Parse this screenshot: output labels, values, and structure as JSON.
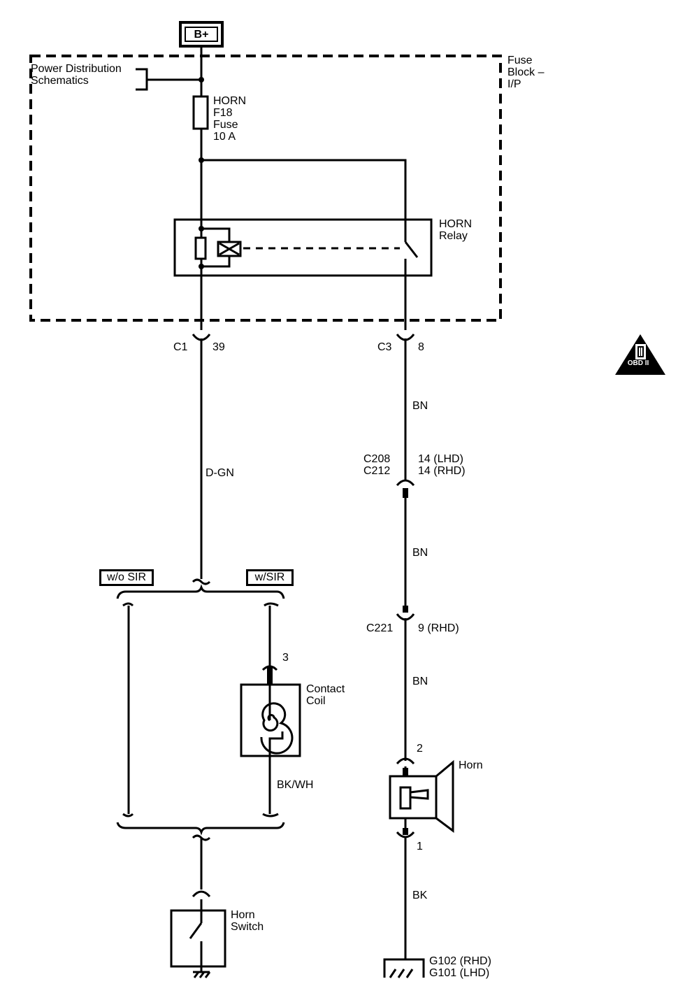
{
  "source_label": "B+",
  "fuse_block": {
    "title": "Fuse\nBlock –\nI/P"
  },
  "power_dist": {
    "text": "Power Distribution\nSchematics"
  },
  "fuse": {
    "text": "HORN\nF18\nFuse\n10 A"
  },
  "relay": {
    "text": "HORN\nRelay"
  },
  "connectors": {
    "c1": {
      "name": "C1",
      "pin": "39"
    },
    "c3": {
      "name": "C3",
      "pin": "8"
    },
    "c208_212": {
      "names": "C208\nC212",
      "pins": "14 (LHD)\n14 (RHD)"
    },
    "c221": {
      "name": "C221",
      "pin": "9 (RHD)"
    },
    "coil_pin": "3",
    "horn_top_pin": "2",
    "horn_bottom_pin": "1"
  },
  "wires": {
    "bn1": "BN",
    "dgn": "D-GN",
    "bn2": "BN",
    "bn3": "BN",
    "bkwh": "BK/WH",
    "bk": "BK"
  },
  "options": {
    "wo_sir": "w/o SIR",
    "w_sir": "w/SIR"
  },
  "contact_coil": {
    "text": "Contact\nCoil"
  },
  "horn": {
    "text": "Horn"
  },
  "horn_switch": {
    "text": "Horn\nSwitch"
  },
  "ground": {
    "text": "G102 (RHD)\nG101 (LHD)"
  },
  "obd_badge": {
    "text": "OBD II",
    "roman": "II"
  }
}
